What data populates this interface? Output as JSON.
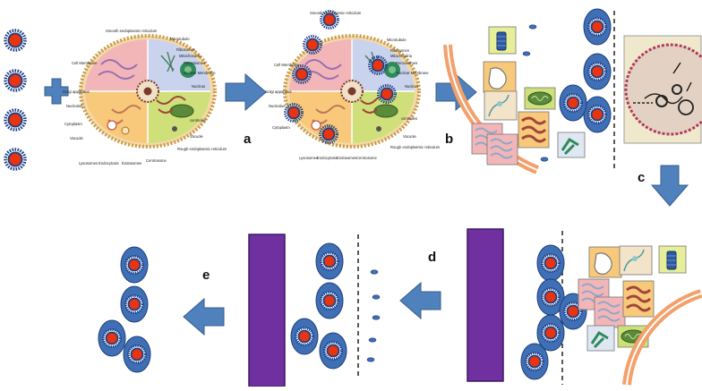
{
  "steps": {
    "a": "a",
    "b": "b",
    "c": "c",
    "d": "d",
    "e": "e"
  },
  "cell_labels": {
    "smooth_er": "Smooth endoplasmic reticulum",
    "microtubule": "Microtubule",
    "ribosomes": "Ribosomes",
    "mitochondria": "Mitochondria",
    "peroxisomes": "Peroxisomes",
    "nuclear_membrane": "Nuclear Membrane",
    "nucleus": "Nucleus",
    "cell_membrane": "Cell Membrane",
    "golgi": "Golgi apparatus",
    "nucleolus": "Nucleolus",
    "cytoplasm": "Cytoplasm",
    "vacuole": "Vacuole",
    "centrioles": "centrioles",
    "lysosomes": "Lysosomes",
    "endocytosis": "Endocytosis",
    "endosomes": "Endosomes",
    "centrosome": "Centrosome",
    "rough_er": "Rough endoplasmic reticulum"
  },
  "colors": {
    "arrow": "#4f81bd",
    "vesicle": "#3f6fb5",
    "particle_core": "#e8340f",
    "particle_shell": "#1c3f86",
    "membrane_bar": "#7030a0",
    "quad_pink": "#f3b6b8",
    "quad_blue": "#c9d3ee",
    "quad_orange": "#f8c97a",
    "quad_green": "#cfe07a"
  }
}
